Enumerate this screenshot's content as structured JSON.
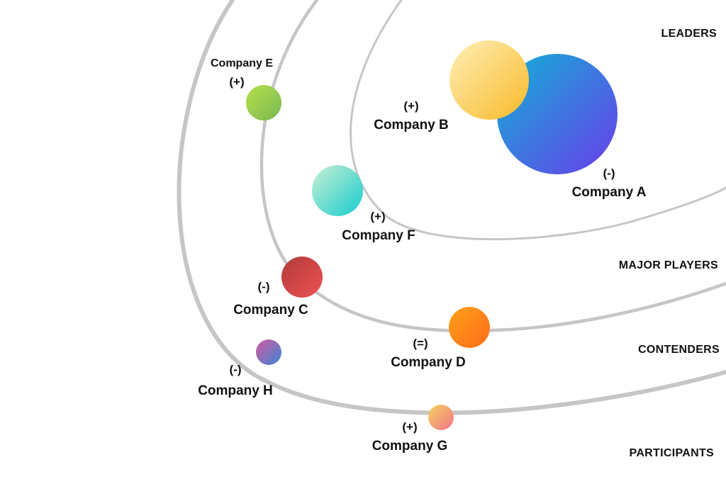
{
  "tiers": {
    "leaders": "LEADERS",
    "major_players": "MAJOR PLAYERS",
    "contenders": "CONTENDERS",
    "participants": "PARTICIPANTS"
  },
  "companies": {
    "a": {
      "name": "Company A",
      "movement": "(-)"
    },
    "b": {
      "name": "Company B",
      "movement": "(+)"
    },
    "c": {
      "name": "Company C",
      "movement": "(-)"
    },
    "d": {
      "name": "Company D",
      "movement": "(=)"
    },
    "e": {
      "name": "Company E",
      "movement": "(+)"
    },
    "f": {
      "name": "Company F",
      "movement": "(+)"
    },
    "g": {
      "name": "Company G",
      "movement": "(+)"
    },
    "h": {
      "name": "Company H",
      "movement": "(-)"
    }
  },
  "colors": {
    "orbit": "#c6c6c6",
    "text": "#111111"
  }
}
